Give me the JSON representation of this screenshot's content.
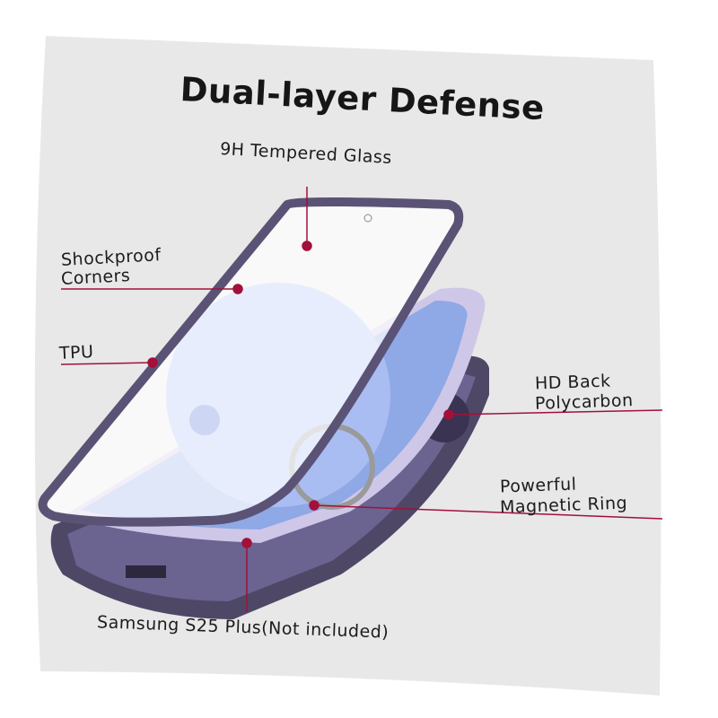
{
  "title": "Dual-layer Defense",
  "labels": {
    "glass": "9H Tempered Glass",
    "corners_1": "Shockproof",
    "corners_2": "Corners",
    "tpu": "TPU",
    "back_1": "HD Back",
    "back_2": "Polycarbon",
    "magnet_1": "Powerful",
    "magnet_2": "Magnetic Ring",
    "phone": "Samsung S25 Plus(Not included)"
  },
  "colors": {
    "panel": "#e8e8e8",
    "accent": "#a3103a",
    "frame": "#5b5375",
    "screen": "#8fa8e6"
  }
}
